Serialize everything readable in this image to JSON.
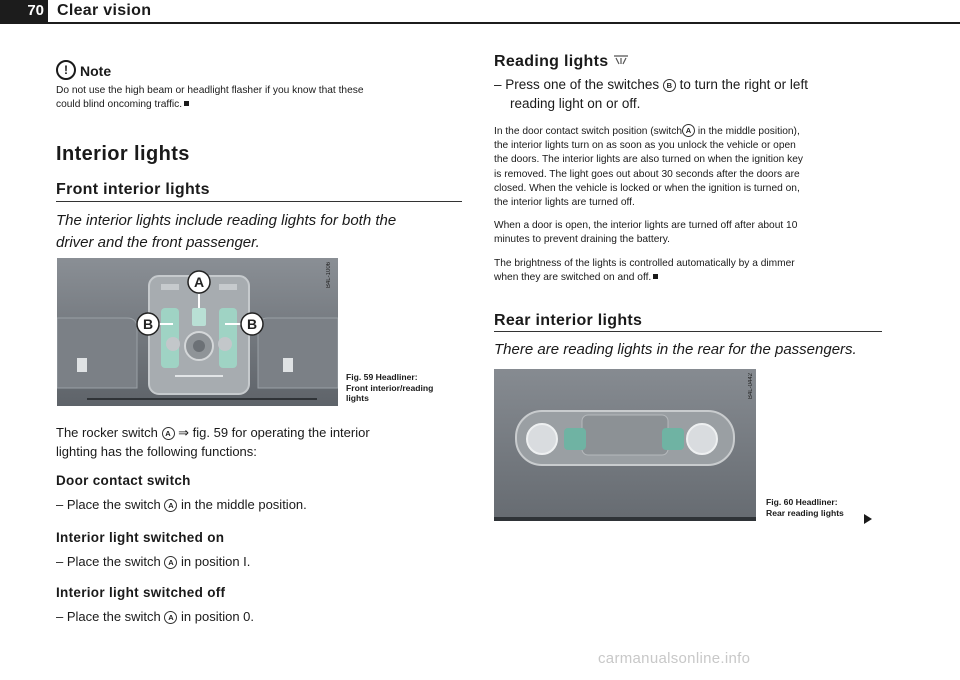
{
  "header": {
    "page_number": "70",
    "section": "Clear vision"
  },
  "note": {
    "icon": "exclamation-circle-icon",
    "title": "Note",
    "text_line1": "Do not use the high beam or headlight flasher if you know that these",
    "text_line2": "could blind oncoming traffic."
  },
  "interior": {
    "title": "Interior lights",
    "front": {
      "title": "Front interior lights",
      "lead_line1": "The interior lights include reading lights for both the",
      "lead_line2": "driver and the front passenger.",
      "figure": {
        "code": "B4L-1006",
        "callout_a": "A",
        "callout_b_left": "B",
        "callout_b_right": "B",
        "caption_line1": "Fig. 59  Headliner:",
        "caption_line2": "Front interior/reading",
        "caption_line3": "lights"
      },
      "rocker_pre": "The rocker switch",
      "rocker_ref": "⇒ fig. 59 for operating the interior",
      "rocker_line2": "lighting has the following functions:",
      "door_contact": {
        "title": "Door contact switch",
        "step_pre": "–  Place the switch",
        "step_post": "in the middle position."
      },
      "switched_on": {
        "title": "Interior light switched on",
        "step_pre": "–  Place the switch",
        "step_post": "in position I."
      },
      "switched_off": {
        "title": "Interior light switched off",
        "step_pre": "–  Place the switch",
        "step_post": "in position 0."
      }
    }
  },
  "reading": {
    "title": "Reading lights",
    "symbol": "reading-light-icon",
    "step_pre": "–  Press one of the switches",
    "step_post": "to turn the right or left",
    "step_line2": "reading light on or off.",
    "p1_l1_pre": "In the door contact switch position (switch",
    "p1_l1_post": "in the middle position),",
    "p1_l2": "the interior lights turn on as soon as you unlock the vehicle or open",
    "p1_l3": "the doors. The interior lights are also turned on when the ignition key",
    "p1_l4": "is removed. The light goes out about 30 seconds after the doors are",
    "p1_l5": "closed. When the vehicle is locked or when the ignition is turned on,",
    "p1_l6": "the interior lights are turned off.",
    "p2_l1": "When a door is open, the interior lights are turned off after about 10",
    "p2_l2": "minutes to prevent draining the battery.",
    "p3_l1": "The brightness of the lights is controlled automatically by a dimmer",
    "p3_l2": "when they are switched on and off."
  },
  "rear": {
    "title": "Rear interior lights",
    "lead": "There are reading lights in the rear for the passengers.",
    "figure": {
      "code": "B4L-0442",
      "caption_line1": "Fig. 60  Headliner:",
      "caption_line2": "Rear reading lights"
    }
  },
  "circled": {
    "a": "A",
    "b": "B"
  },
  "footer": {
    "watermark": "carmanualsonline.info"
  }
}
